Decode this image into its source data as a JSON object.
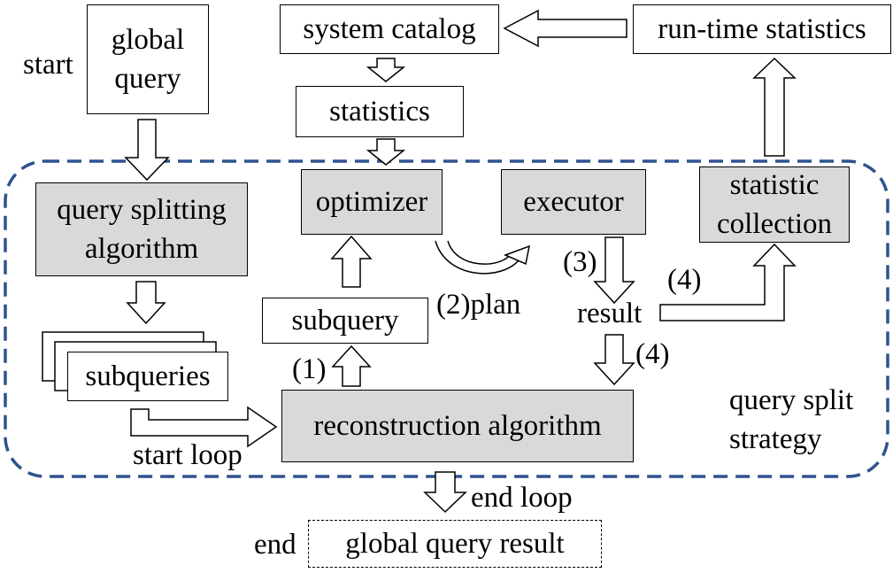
{
  "nodes": {
    "global_query": "global query",
    "system_catalog": "system catalog",
    "runtime_statistics": "run-time statistics",
    "statistics": "statistics",
    "query_splitting_algorithm": "query splitting algorithm",
    "optimizer": "optimizer",
    "executor": "executor",
    "statistic_collection": "statistic collection",
    "subquery": "subquery",
    "subqueries": "subqueries",
    "reconstruction_algorithm": "reconstruction algorithm",
    "global_query_result": "global query result"
  },
  "labels": {
    "start": "start",
    "end": "end",
    "start_loop": "start loop",
    "end_loop": "end loop",
    "step1": "(1)",
    "step2_plan": "(2)plan",
    "step3": "(3)",
    "result": "result",
    "step4_right": "(4)",
    "step4_down": "(4)",
    "query_split": "query split",
    "strategy": "strategy"
  },
  "colors": {
    "region_border": "#2f528f",
    "process_fill": "#d9d9d9"
  }
}
